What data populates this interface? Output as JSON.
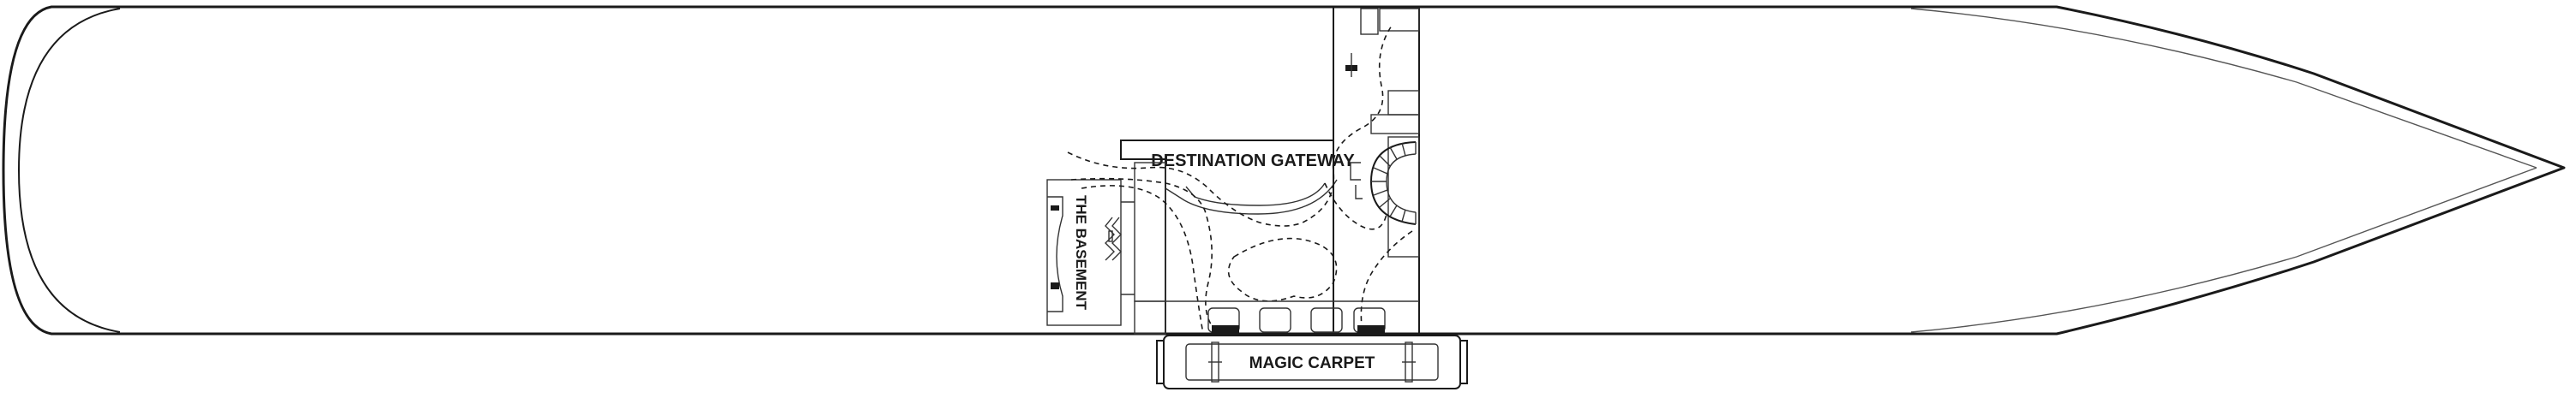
{
  "labels": {
    "destination_gateway": "DESTINATION GATEWAY",
    "the_basement": "THE BASEMENT",
    "magic_carpet": "MAGIC CARPET"
  },
  "colors": {
    "line": "#1a1a1a",
    "background": "#ffffff"
  }
}
